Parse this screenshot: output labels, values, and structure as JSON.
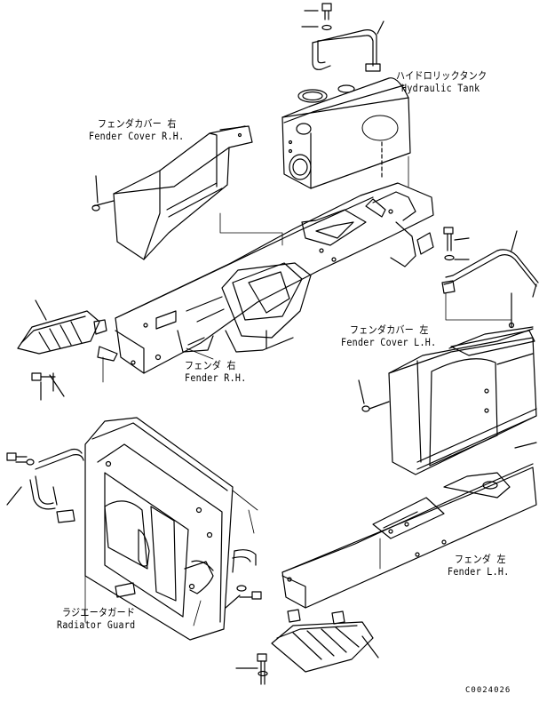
{
  "labels": {
    "hydraulic_tank": {
      "jp": "ハイドロリックタンク",
      "en": "Hydraulic Tank"
    },
    "fender_cover_rh": {
      "jp": "フェンダカバー 右",
      "en": "Fender Cover R.H."
    },
    "fender_rh": {
      "jp": "フェンダ 右",
      "en": "Fender R.H."
    },
    "fender_cover_lh": {
      "jp": "フェンダカバー 左",
      "en": "Fender Cover L.H."
    },
    "fender_lh": {
      "jp": "フェンダ 左",
      "en": "Fender L.H."
    },
    "radiator_guard": {
      "jp": "ラジエータガード",
      "en": "Radiator Guard"
    }
  },
  "drawing_code": "C0024026"
}
